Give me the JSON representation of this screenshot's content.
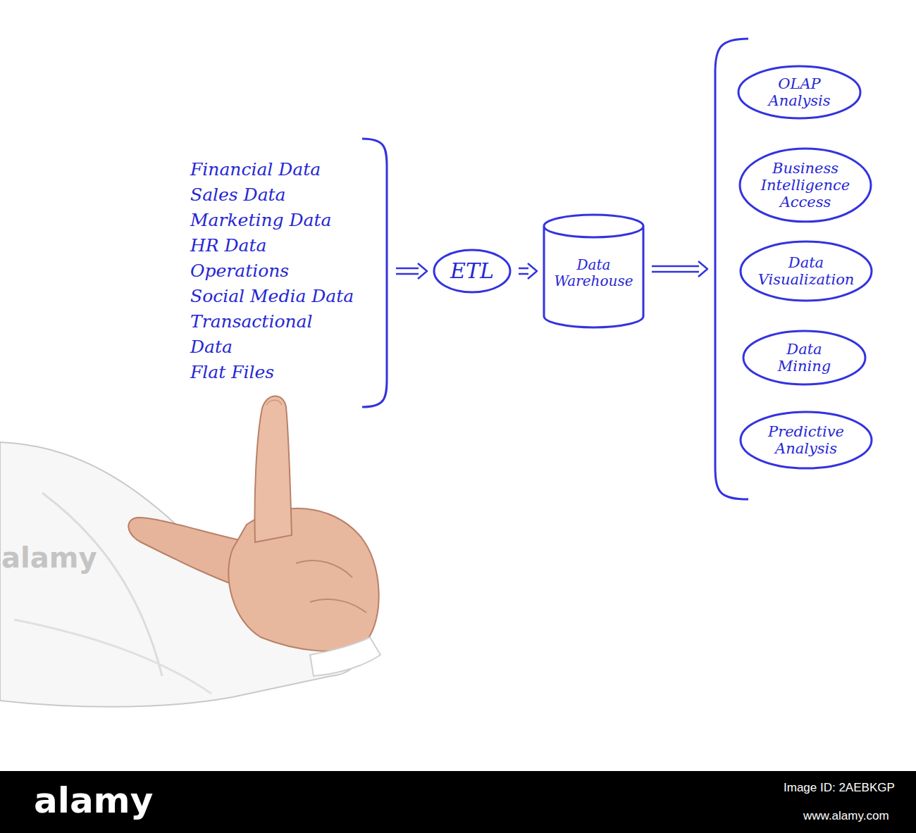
{
  "diagram": {
    "nodes": [
      {
        "text": [
          "Financial Data",
          "Sales Data",
          "Marketing Data",
          "HR Data",
          "Operations",
          "Social Media Data",
          "Transactional Data",
          "Flat Files"
        ]
      },
      {
        "text": [
          "ETL"
        ]
      },
      {
        "text": [
          "Data Warehouse"
        ]
      },
      {
        "text": []
      },
      {
        "text": [
          "OLAP Analysis"
        ],
        "in": 3
      },
      {
        "text": [
          "Business Intelligence Access"
        ],
        "in": 3
      },
      {
        "text": [
          "Data Visualization"
        ],
        "in": 3
      },
      {
        "text": [
          "Data Mining"
        ],
        "in": 3
      },
      {
        "text": [
          "Predictive Analysis"
        ],
        "in": 3
      }
    ],
    "edges": [
      {
        "from": 0,
        "to": 1,
        "arrow": "to"
      },
      {
        "from": 1,
        "to": 2,
        "arrow": "to"
      },
      {
        "from": 2,
        "to": 3,
        "arrow": "to"
      }
    ],
    "labels": [
      "alamy",
      "alamy",
      "Image ID: 2AEBKGP",
      "www.alamy.com"
    ]
  }
}
